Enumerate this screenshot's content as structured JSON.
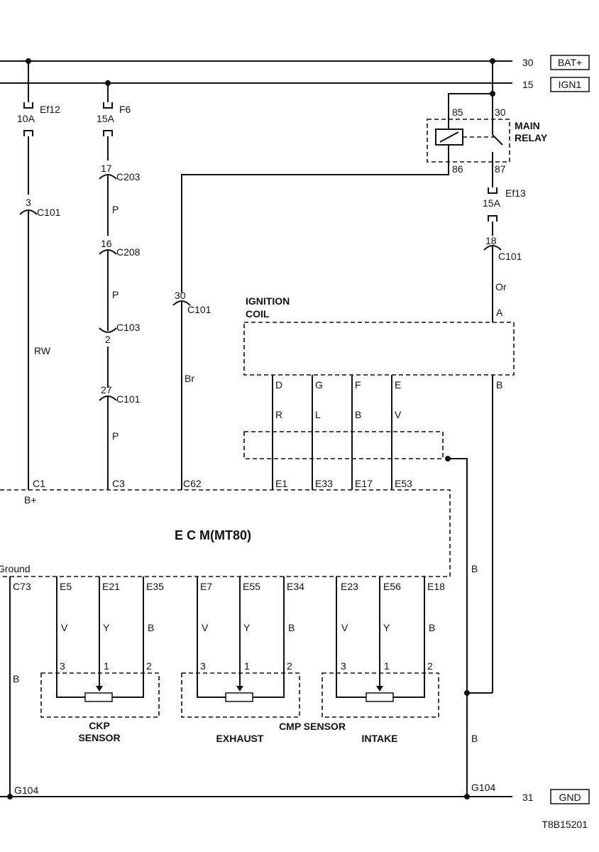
{
  "rails": {
    "bat": {
      "number": "30",
      "name": "BAT+"
    },
    "ign": {
      "number": "15",
      "name": "IGN1"
    },
    "gnd": {
      "number": "31",
      "name": "GND"
    }
  },
  "fuses": {
    "ef12": {
      "name": "Ef12",
      "rating": "10A"
    },
    "f6": {
      "name": "F6",
      "rating": "15A"
    },
    "ef13": {
      "name": "Ef13",
      "rating": "15A"
    }
  },
  "connectors": {
    "c101_3": {
      "pin": "3",
      "name": "C101"
    },
    "c203_17": {
      "pin": "17",
      "name": "C203"
    },
    "c208_16": {
      "pin": "16",
      "name": "C208"
    },
    "c103_2": {
      "pin": "2",
      "name": "C103"
    },
    "c101_27": {
      "pin": "27",
      "name": "C101"
    },
    "c101_30": {
      "pin": "30",
      "name": "C101"
    },
    "c101_18": {
      "pin": "18",
      "name": "C101"
    }
  },
  "relay": {
    "label_line1": "MAIN",
    "label_line2": "RELAY",
    "pin85": "85",
    "pin30": "30",
    "pin86": "86",
    "pin87": "87"
  },
  "ignition_coil": {
    "label_line1": "IGNITION",
    "label_line2": "COIL",
    "pin_a": "A",
    "pins": [
      "D",
      "G",
      "F",
      "E"
    ]
  },
  "wire_colors": {
    "rw": "RW",
    "p1": "P",
    "p2": "P",
    "p3": "P",
    "br": "Br",
    "or": "Or",
    "b_coil": "B",
    "r": "R",
    "l": "L",
    "b": "B",
    "v": "V",
    "b_right": "B",
    "b_ground": "B",
    "b_lower": "B"
  },
  "ecm": {
    "title": "E  C  M(MT80)",
    "b_plus": "B+",
    "ground": "Ground",
    "top_pins": [
      "C1",
      "C3",
      "C62",
      "E1",
      "E33",
      "E17",
      "E53"
    ],
    "bottom_pins": [
      "C73",
      "E5",
      "E21",
      "E35",
      "E7",
      "E55",
      "E34",
      "E23",
      "E56",
      "E18"
    ]
  },
  "sensors": {
    "sensor_wire_colors": [
      "V",
      "Y",
      "B"
    ],
    "sensor_pins": [
      "3",
      "1",
      "2"
    ],
    "ckp_line1": "CKP",
    "ckp_line2": "SENSOR",
    "cmp": "CMP SENSOR",
    "exhaust": "EXHAUST",
    "intake": "INTAKE"
  },
  "grounds": {
    "left": "G104",
    "right": "G104"
  },
  "figure_id": "T8B15201"
}
